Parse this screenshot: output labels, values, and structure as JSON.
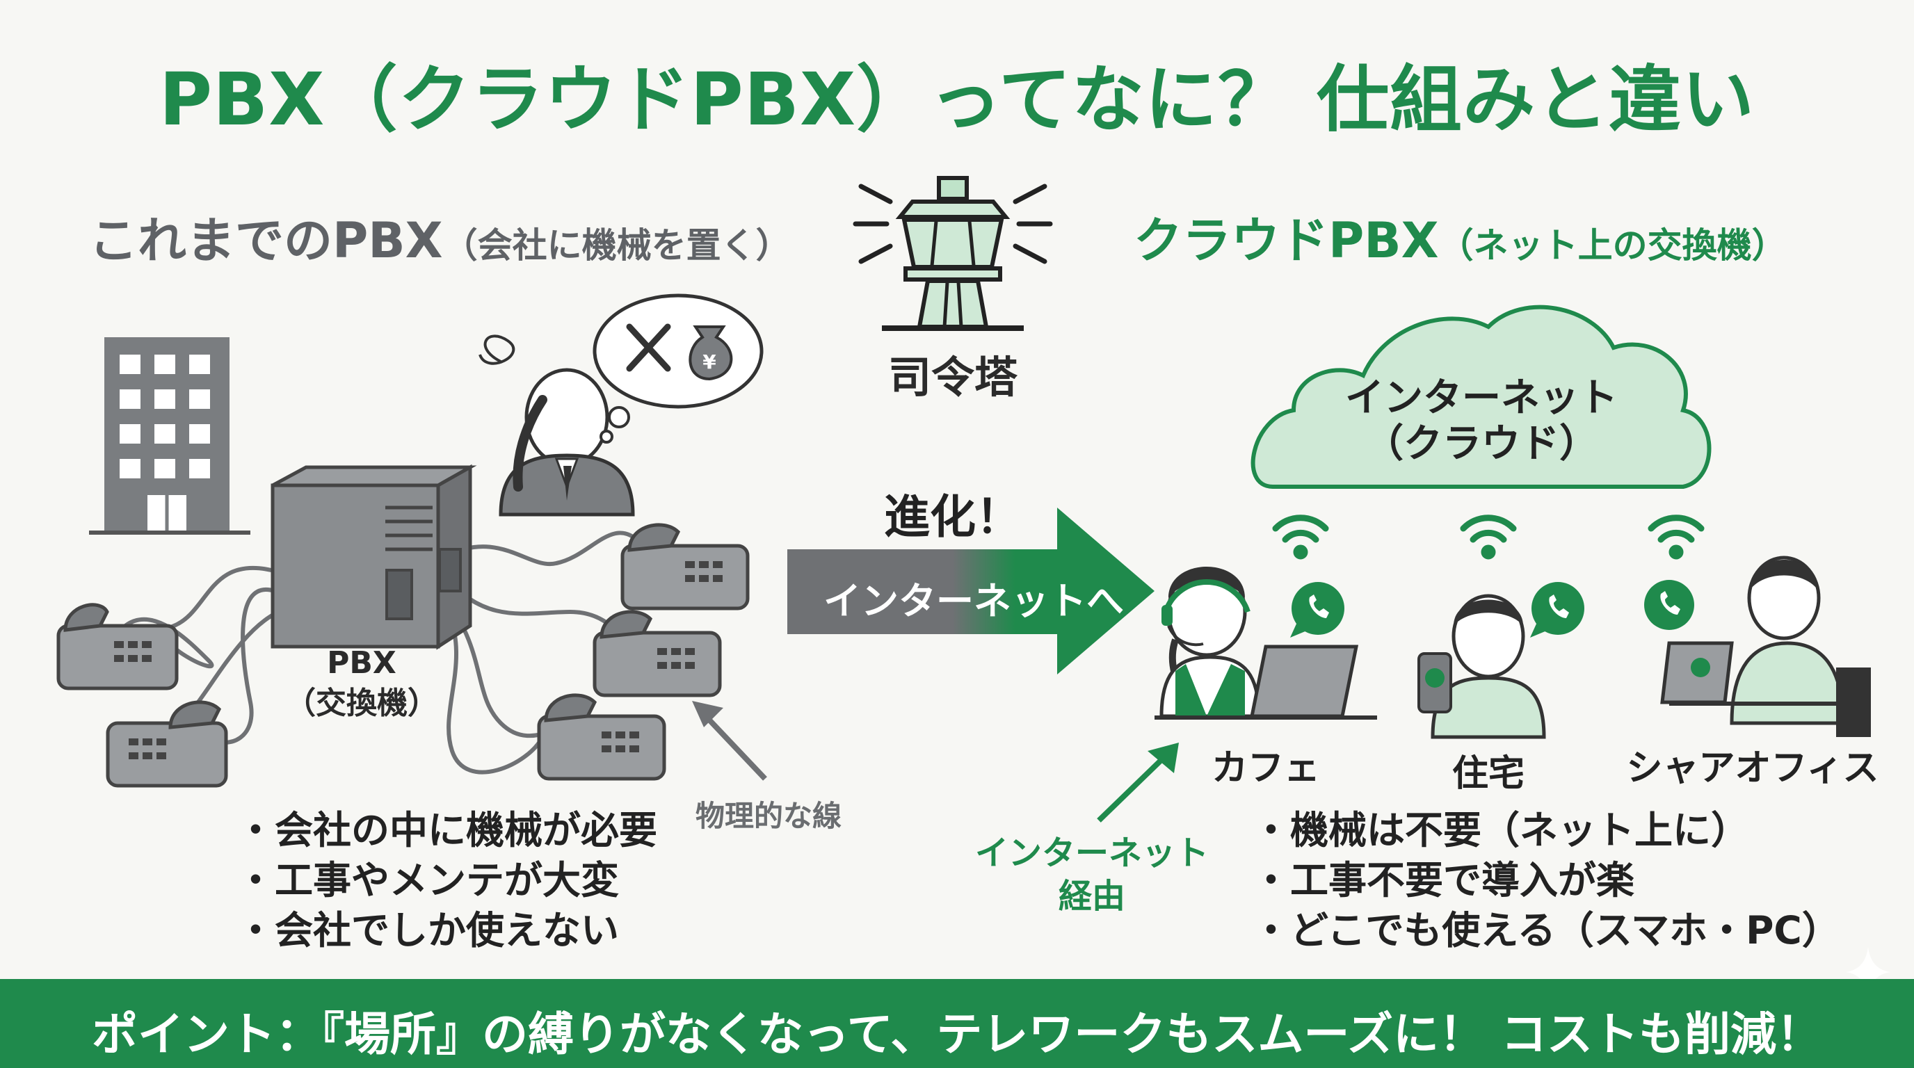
{
  "title": "PBX（クラウドPBX）ってなに？ 仕組みと違い",
  "left": {
    "heading": "これまでのPBX",
    "heading_sub": "（会社に機械を置く）",
    "pbx_label_line1": "PBX",
    "pbx_label_line2": "（交換機）",
    "physical_label": "物理的な線",
    "bullets": [
      "会社の中に機械が必要",
      "工事やメンテが大変",
      "会社でしか使えない"
    ]
  },
  "center": {
    "tower_label": "司令塔",
    "evolve_label": "進化！",
    "arrow_label": "インターネットへ"
  },
  "right": {
    "heading": "クラウドPBX",
    "heading_sub": "（ネット上の交換機）",
    "cloud_line1": "インターネット",
    "cloud_line2": "（クラウド）",
    "locations": [
      "カフェ",
      "住宅",
      "シャアオフィス"
    ],
    "via_line1": "インターネット",
    "via_line2": "経由",
    "bullets": [
      "機械は不要（ネット上に）",
      "工事不要で導入が楽",
      "どこでも使える（スマホ・PC）"
    ]
  },
  "footer": "ポイント：『場所』の縛りがなくなって、テレワークもスムーズに！ コストも削減！",
  "colors": {
    "brand_green": "#1f8a4c",
    "light_green": "#cfe9d6",
    "gray": "#6f7174",
    "background": "#f7f7f4"
  }
}
